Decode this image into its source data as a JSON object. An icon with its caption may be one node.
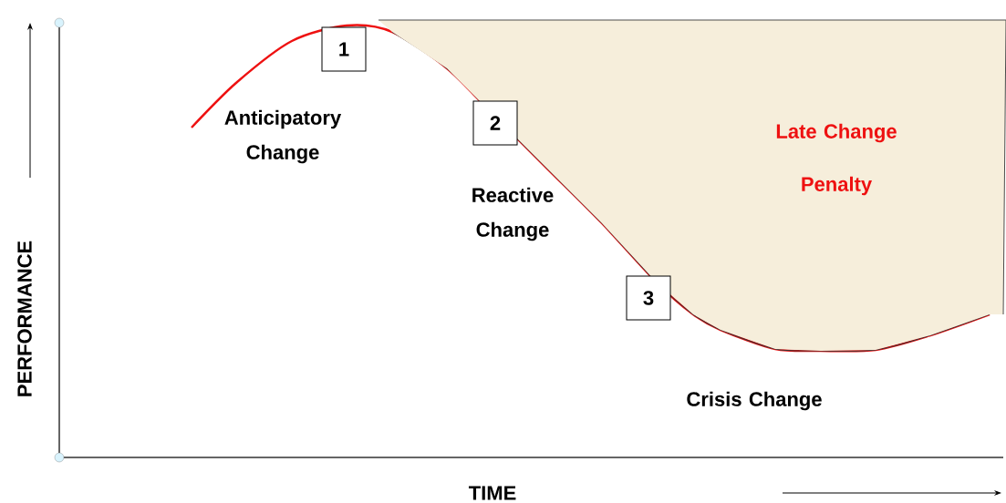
{
  "diagram": {
    "nodes": [
      {
        "text": [
          "1"
        ]
      },
      {
        "text": [
          "2"
        ]
      },
      {
        "text": [
          "3"
        ]
      },
      {
        "text": [
          "Late Change Penalty"
        ]
      }
    ],
    "labels": [
      "Anticipatory Change",
      "Reactive Change",
      "Crisis Change",
      "PERFORMANCE",
      "TIME"
    ]
  }
}
